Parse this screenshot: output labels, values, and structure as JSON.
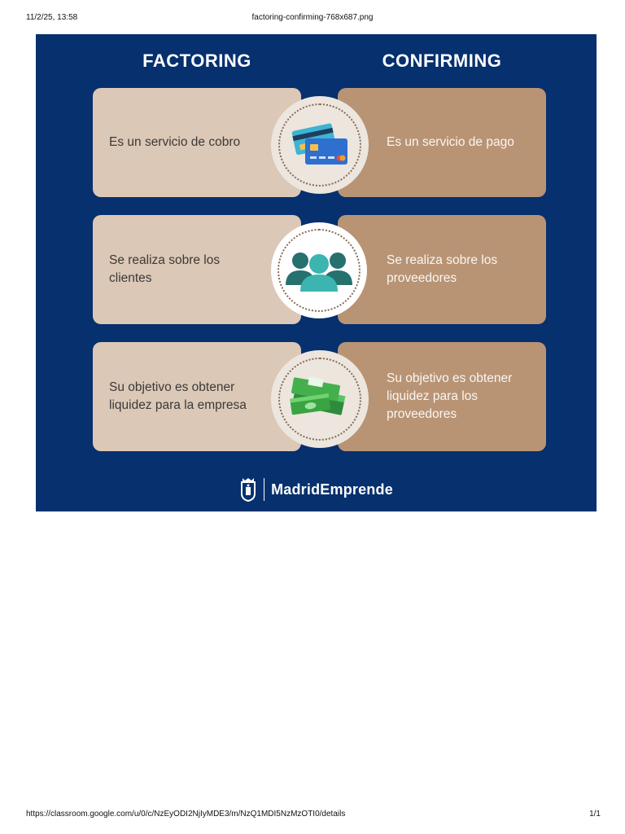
{
  "print_header": {
    "datetime": "11/2/25, 13:58",
    "filename": "factoring-confirming-768x687.png"
  },
  "print_footer": {
    "url": "https://classroom.google.com/u/0/c/NzEyODI2NjIyMDE3/m/NzQ1MDI5NzMzOTI0/details",
    "page": "1/1"
  },
  "infographic": {
    "left_title": "FACTORING",
    "right_title": "CONFIRMING",
    "rows": [
      {
        "icon": "credit-cards-icon",
        "left": "Es un servicio de cobro",
        "right": "Es un servicio de pago"
      },
      {
        "icon": "people-group-icon",
        "left": "Se realiza sobre los clientes",
        "right": "Se realiza sobre los proveedores"
      },
      {
        "icon": "money-stack-icon",
        "left": "Su objetivo es obtener liquidez para la empresa",
        "right": "Su objetivo es obtener liquidez para los proveedores"
      }
    ],
    "brand": {
      "logo_icon": "madrid-coat-of-arms-icon",
      "name": "MadridEmprende"
    }
  },
  "colors": {
    "background": "#06306e",
    "left_card": "#dcc8b6",
    "right_card": "#b89475",
    "badge": "#ece6df",
    "badge_white": "#ffffff",
    "people_icon": "#2a7a77"
  }
}
